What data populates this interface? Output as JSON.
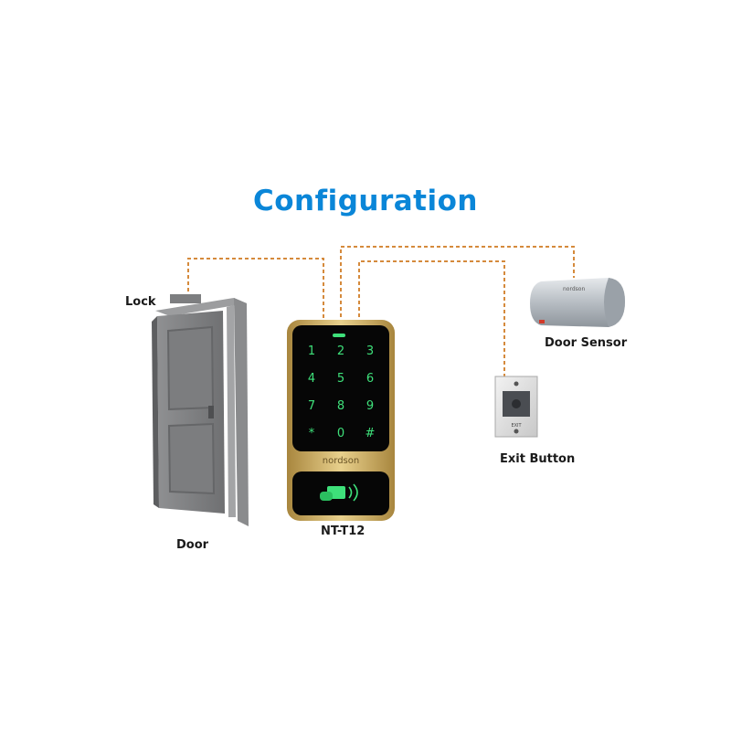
{
  "title": "Configuration",
  "labels": {
    "lock": "Lock",
    "door": "Door",
    "device_model": "NT-T12",
    "exit_button": "Exit Button",
    "door_sensor": "Door Sensor"
  },
  "device": {
    "brand": "nordson",
    "keys": [
      "1",
      "2",
      "3",
      "4",
      "5",
      "6",
      "7",
      "8",
      "9",
      "*",
      "0",
      "#"
    ]
  },
  "door_sensor_brand": "nordson",
  "exit_button_text": "EXIT",
  "colors": {
    "title": "#0a86d8",
    "wire": "#d58a3c",
    "key_glow": "#3ee07a",
    "device_gold": "#c9a95c"
  }
}
